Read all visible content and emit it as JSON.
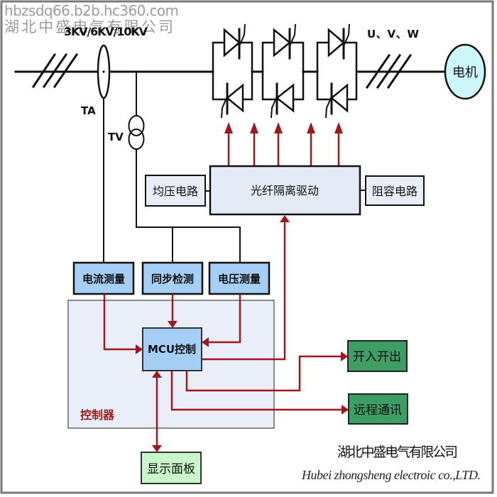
{
  "watermark": {
    "url": "hbzsdq66.b2b.hc360.com",
    "company": "湖北中盛电气有限公司"
  },
  "labels": {
    "voltage": "3KV/6KV/10KV",
    "ta": "TA",
    "tv": "TV",
    "phases": "U、V、W",
    "motor": "电机"
  },
  "blocks": {
    "equalizing": "均压电路",
    "fiber_driver": "光纤隔离驱动",
    "rc_circuit": "阻容电路",
    "current_meas": "电流测量",
    "sync_detect": "同步检测",
    "voltage_meas": "电压测量",
    "mcu": "MCU控制",
    "controller": "控制器",
    "io": "开入开出",
    "remote_comm": "远程通讯",
    "display": "显示面板"
  },
  "thyristor_pairs": 3,
  "drive_signals": 5,
  "connections": [
    {
      "from": "ta",
      "to": "current_meas"
    },
    {
      "from": "tv",
      "to": "sync_detect"
    },
    {
      "from": "tv",
      "to": "voltage_meas"
    },
    {
      "from": "current_meas",
      "to": "mcu"
    },
    {
      "from": "sync_detect",
      "to": "mcu"
    },
    {
      "from": "voltage_meas",
      "to": "mcu"
    },
    {
      "from": "mcu",
      "to": "fiber_driver"
    },
    {
      "from": "mcu",
      "to": "io"
    },
    {
      "from": "mcu",
      "to": "remote_comm"
    },
    {
      "from": "mcu",
      "to": "display",
      "bidirectional": true
    },
    {
      "from": "fiber_driver",
      "to": "thyristors"
    }
  ],
  "footer": {
    "company_cn": "湖北中盛电气有限公司",
    "company_en": "Hubei zhongsheng electroic co.,LTD."
  },
  "colors": {
    "signal": "#a3161c",
    "measure_box": "#a6cff5",
    "driver_box": "#e4ebf6",
    "controller_bg": "#e9eef8",
    "output_box": "#3c9e62",
    "display_box": "#c9f7c9",
    "motor": "#cdf6fb",
    "controller_label": "#9b1c1c"
  }
}
